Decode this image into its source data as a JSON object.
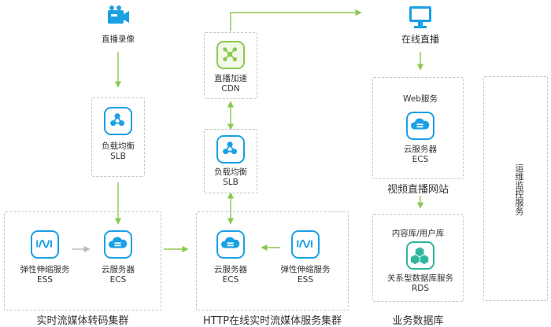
{
  "sources": {
    "live_recording": "直播录像"
  },
  "sites": {
    "online_live": "在线直播",
    "web_service": "Web服务",
    "ecs_label": "云服务器",
    "ecs_code": "ECS",
    "caption": "视频直播网站"
  },
  "slb_left": {
    "label": "负载均衡",
    "code": "SLB"
  },
  "cdn": {
    "label": "直播加速",
    "code": "CDN"
  },
  "slb_mid": {
    "label": "负载均衡",
    "code": "SLB"
  },
  "transcode_cluster": {
    "caption": "实时流媒体转码集群",
    "ess_label": "弹性伸缩服务",
    "ess_code": "ESS",
    "ecs_label": "云服务器",
    "ecs_code": "ECS"
  },
  "http_cluster": {
    "caption": "HTTP在线实时流媒体服务集群",
    "ecs_label": "云服务器",
    "ecs_code": "ECS",
    "ess_label": "弹性伸缩服务",
    "ess_code": "ESS"
  },
  "database": {
    "title": "内容库/用户库",
    "rds_label": "关系型数据库服务",
    "rds_code": "RDS",
    "caption": "业务数据库"
  },
  "ops": {
    "label": "运维监控服务"
  },
  "colors": {
    "blue": "#1aa0e5",
    "green": "#8bc94e",
    "teal": "#2fb79c",
    "arrow_green": "#8bc94e",
    "arrow_grey": "#bbbbbb",
    "dashed_border": "#c6c6c6"
  },
  "icons": {
    "camera": "video-camera-icon",
    "monitor": "monitor-icon",
    "slb": "load-balancer-icon",
    "cdn": "cdn-network-icon",
    "ecs": "cloud-server-icon",
    "ess": "auto-scaling-icon",
    "rds": "database-icon"
  }
}
